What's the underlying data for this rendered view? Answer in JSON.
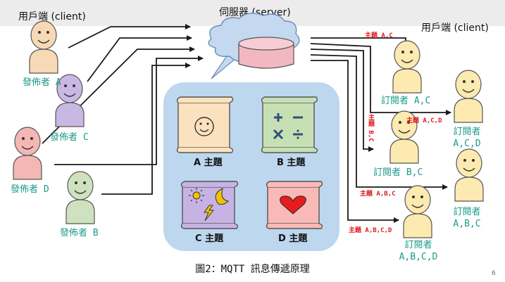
{
  "header": {
    "left_client": "用戶端 (client)",
    "server": "伺服器 (server)",
    "right_client": "用戶端 (client)"
  },
  "publishers": [
    {
      "label": "發佈者 A",
      "color": "#f8d9b6"
    },
    {
      "label": "發佈者 C",
      "color": "#c9b8e4"
    },
    {
      "label": "發佈者 D",
      "color": "#f4b7b4"
    },
    {
      "label": "發佈者 B",
      "color": "#cfe2c0"
    }
  ],
  "topics": [
    {
      "label": "A 主題",
      "color": "#fbe1bd",
      "icon": "smiley-icon"
    },
    {
      "label": "B 主題",
      "color": "#c6e0b4",
      "icon": "math-symbols-icon"
    },
    {
      "label": "C 主題",
      "color": "#c6b3e3",
      "icon": "weather-icon"
    },
    {
      "label": "D 主題",
      "color": "#f8b9b7",
      "icon": "heart-icon"
    }
  ],
  "subscribers": [
    {
      "label": "訂閱者 A,C"
    },
    {
      "label": "訂閱者 A,C,D"
    },
    {
      "label": "訂閱者 B,C"
    },
    {
      "label": "訂閱者 A,B,C"
    },
    {
      "label": "訂閱者 A,B,C,D"
    }
  ],
  "subscriber_color": "#fdeab1",
  "arrow_tags": [
    "主題 A,C",
    "主題 A,C,D",
    "主題 B,C",
    "主題 A,B,C",
    "主題 A,B,C,D"
  ],
  "accent_red": "#e0181f",
  "label_teal": "#1a9a8a",
  "caption": "圖2：MQTT 訊息傳遞原理",
  "page_number": "6"
}
